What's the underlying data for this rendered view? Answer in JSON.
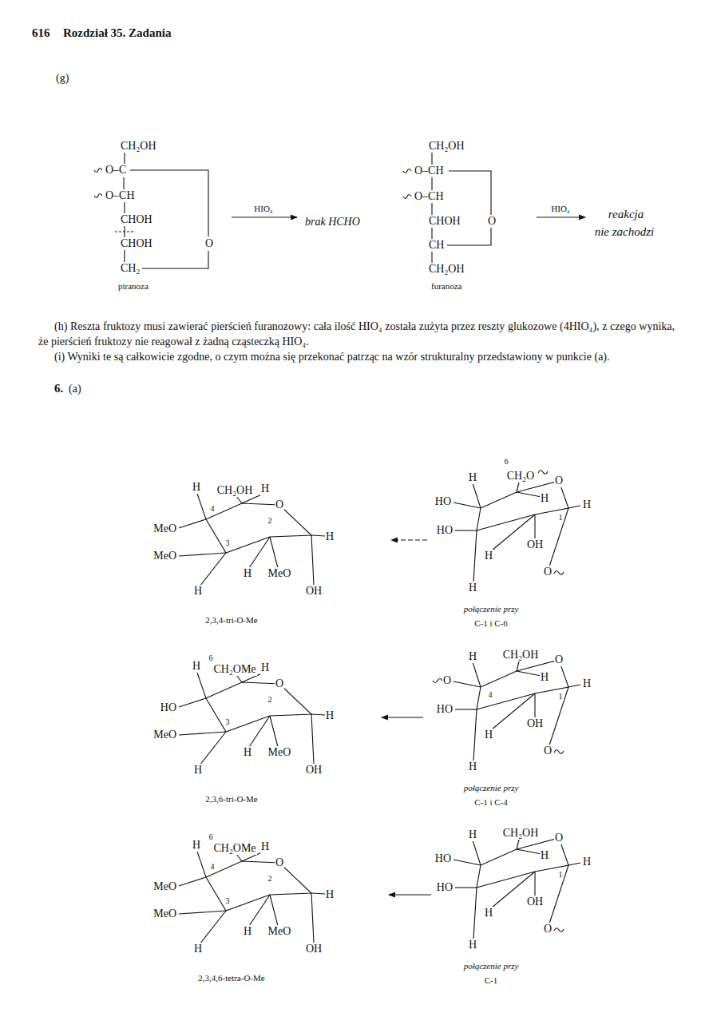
{
  "diagram": {
    "labels": [
      "616",
      "Rozdział 35. Zadania",
      "(g)",
      "CH₂OH",
      "O–C",
      "O–CH",
      "CHOH",
      "CHOH",
      "O",
      "CH₂",
      "piranoza",
      "HIO₄",
      "brak HCHO",
      "CH₂OH",
      "O–CH",
      "O–CH",
      "CHOH",
      "O",
      "CH",
      "CH₂OH",
      "furanoza",
      "HIO₄",
      "reakcja",
      "nie zachodzi",
      "(h) Reszta fruktozy musi zawierać pierścień furanozowy: cała ilość HIO₄ została zużyta przez reszty glukozowe (4HIO₄), z czego wynika, że pierścień fruktozy nie reagował z żadną cząsteczką HIO₄.",
      "(i) Wyniki te są całkowicie zgodne, o czym można się przekonać patrząc na wzór strukturalny przedstawiony w punkcie (a).",
      "6.",
      "(a)",
      "H",
      "CH₂OH",
      "H",
      "O",
      "MeO",
      "4",
      "MeO",
      "3",
      "2",
      "H",
      "H",
      "H",
      "MeO",
      "OH",
      "2,3,4-tri-O-Me",
      "H",
      "6",
      "CH₂O",
      "H",
      "O",
      "HO",
      "HO",
      "H",
      "H",
      "OH",
      "1",
      "O",
      "H",
      "połączenie przy",
      "C-1 i C-6",
      "H",
      "6",
      "CH₂OMe",
      "H",
      "O",
      "HO",
      "MeO",
      "3",
      "2",
      "H",
      "H",
      "H",
      "MeO",
      "OH",
      "2,3,6-tri-O-Me",
      "H",
      "CH₂OH",
      "H",
      "O",
      "O",
      "4",
      "HO",
      "H",
      "H",
      "OH",
      "1",
      "O",
      "H",
      "połączenie przy",
      "C-1 i C-4",
      "H",
      "6",
      "CH₂OMe",
      "H",
      "O",
      "MeO",
      "4",
      "MeO",
      "3",
      "2",
      "H",
      "H",
      "H",
      "MeO",
      "OH",
      "2,3,4,6-tetra-O-Me",
      "H",
      "CH₂OH",
      "H",
      "O",
      "HO",
      "HO",
      "H",
      "H",
      "OH",
      "1",
      "O",
      "H",
      "połączenie przy",
      "C-1"
    ]
  }
}
